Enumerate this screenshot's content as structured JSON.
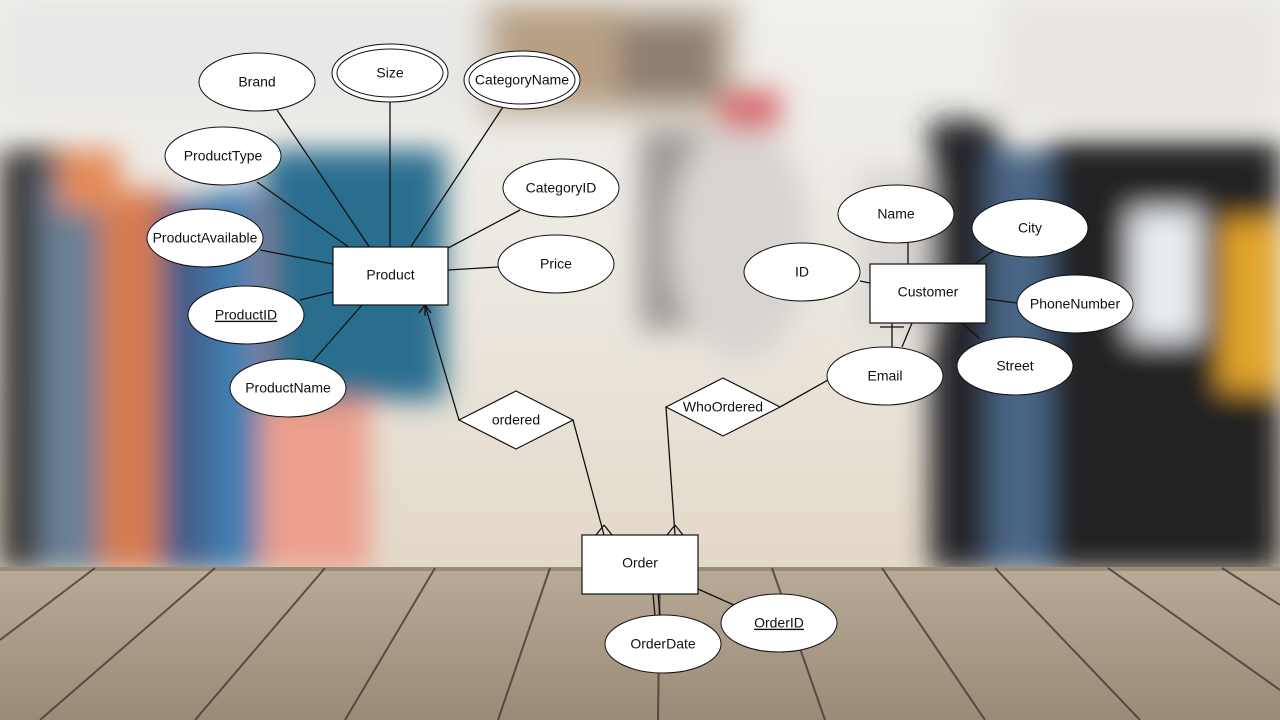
{
  "entities": {
    "product": "Product",
    "customer": "Customer",
    "order": "Order"
  },
  "relationships": {
    "ordered": "ordered",
    "who_ordered": "WhoOrdered"
  },
  "attributes": {
    "brand": "Brand",
    "size": "Size",
    "category_name": "CategoryName",
    "product_type": "ProductType",
    "category_id": "CategoryID",
    "product_available": "ProductAvailable",
    "price": "Price",
    "product_id": "ProductID",
    "product_name": "ProductName",
    "name": "Name",
    "city": "City",
    "id": "ID",
    "phone_number": "PhoneNumber",
    "email": "Email",
    "street": "Street",
    "order_id": "OrderID",
    "order_date": "OrderDate"
  }
}
